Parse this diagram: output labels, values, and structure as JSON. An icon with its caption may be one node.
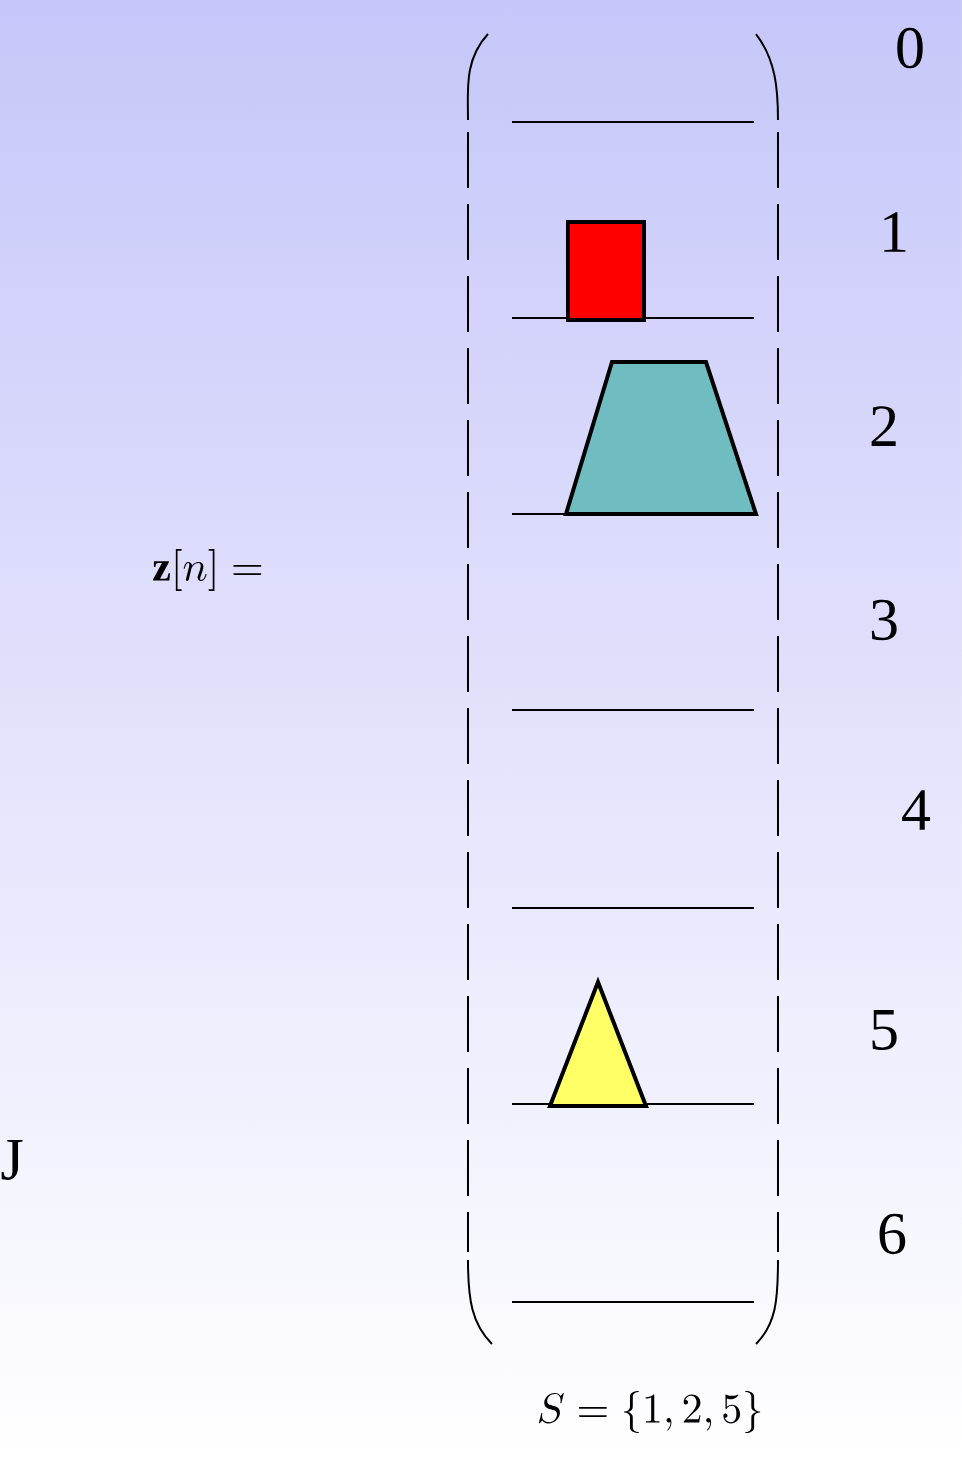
{
  "diagram": {
    "labels": [
      "0",
      "1",
      "2",
      "\\mathbf{z}[n] =",
      "3",
      "4",
      "5",
      "J",
      "6",
      "S = \\{1, 2, 5\\}"
    ]
  }
}
